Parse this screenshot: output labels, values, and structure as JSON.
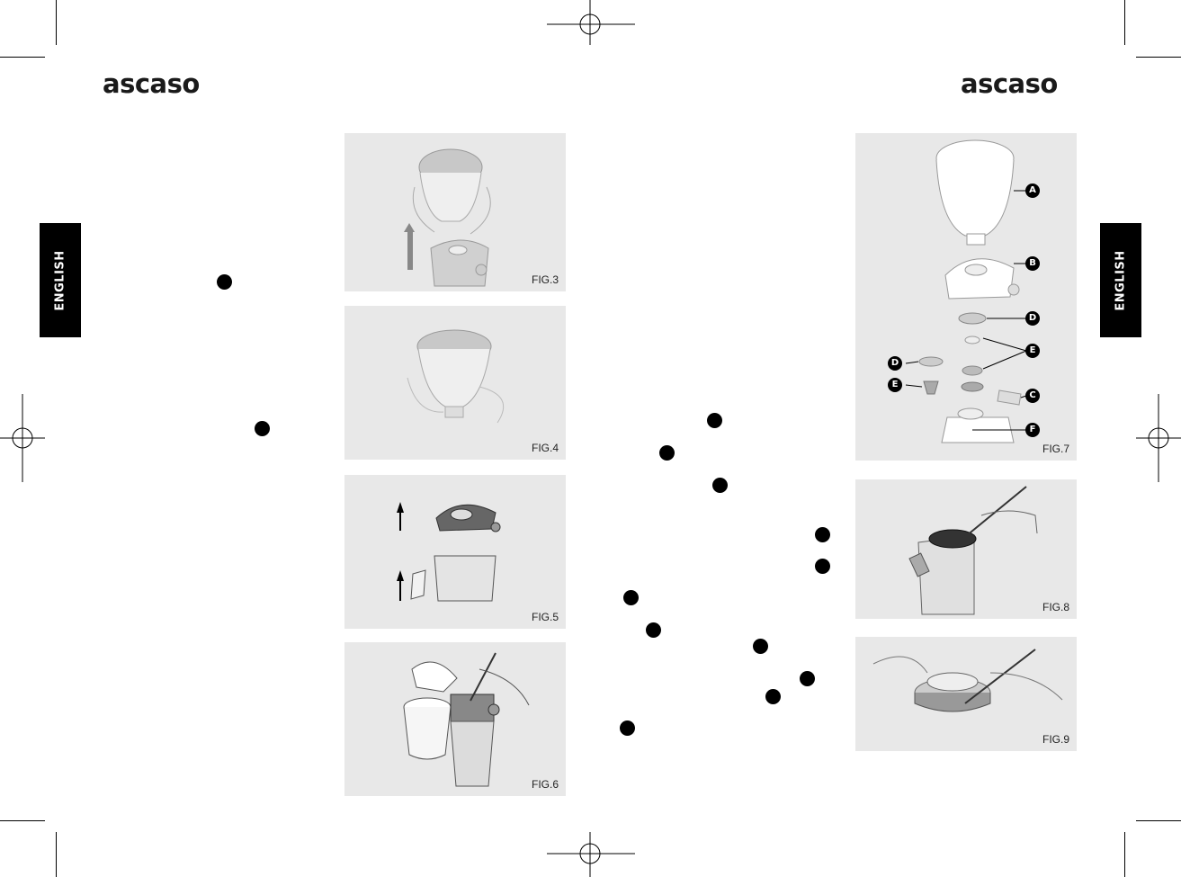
{
  "brand": {
    "left_logo": "ascaso",
    "right_logo": "ascaso"
  },
  "side_tabs": {
    "left_label": "ENGLISH",
    "right_label": "ENGLISH"
  },
  "figures": {
    "fig3": "FIG.3",
    "fig4": "FIG.4",
    "fig5": "FIG.5",
    "fig6": "FIG.6",
    "fig7": "FIG.7",
    "fig8": "FIG.8",
    "fig9": "FIG.9"
  },
  "fig7_parts": {
    "a": "A",
    "b": "B",
    "c": "C",
    "d_right": "D",
    "d_left": "D",
    "e_right": "E",
    "e_left": "E",
    "f": "F"
  },
  "colors": {
    "figure_bg": "#e8e8e8",
    "tab_bg": "#000000",
    "ink": "#1a1a1a"
  }
}
